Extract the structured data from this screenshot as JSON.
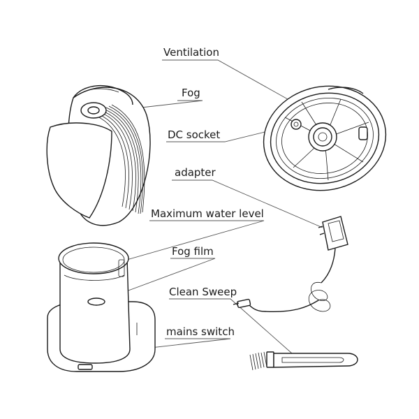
{
  "callouts": {
    "ventilation": "Ventilation",
    "fog": "Fog",
    "dc_socket": "DC socket",
    "adapter": "adapter",
    "max_water_level": "Maximum water level",
    "fog_film": "Fog film",
    "clean_sweep": "Clean Sweep",
    "mains_switch": "mains switch"
  }
}
